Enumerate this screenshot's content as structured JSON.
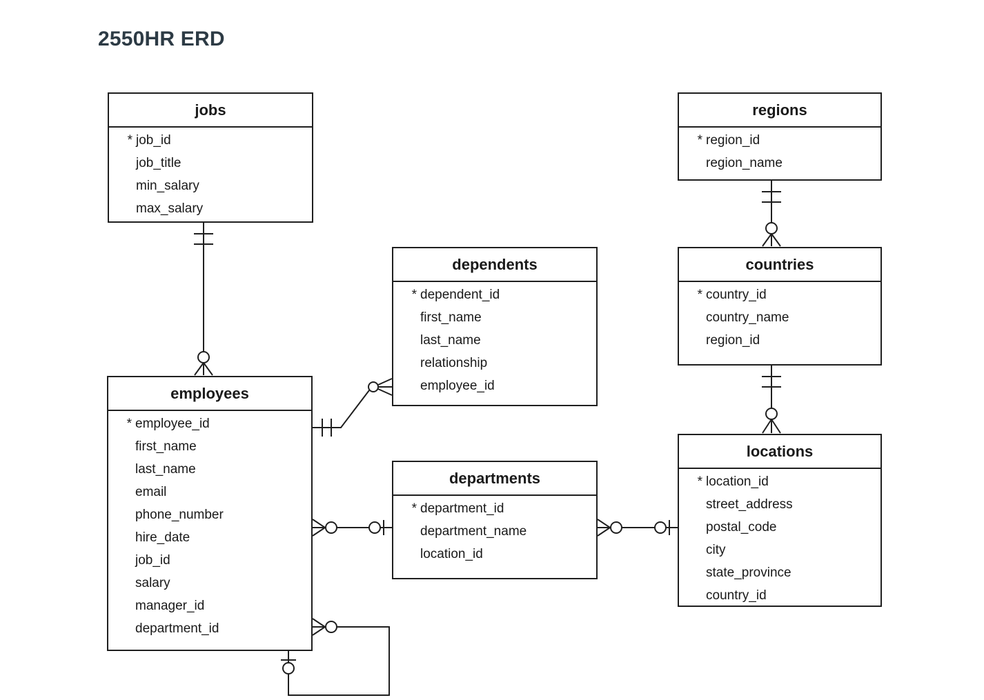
{
  "page": {
    "title": "2550HR ERD",
    "title_color": "#2d3b45",
    "background_color": "#ffffff",
    "line_color": "#1f1f1f"
  },
  "diagram": {
    "notation": "crow-foot",
    "tables": {
      "jobs": {
        "name": "jobs",
        "fields": [
          {
            "pk": "*",
            "name": "job_id"
          },
          {
            "pk": "",
            "name": "job_title"
          },
          {
            "pk": "",
            "name": "min_salary"
          },
          {
            "pk": "",
            "name": "max_salary"
          }
        ]
      },
      "regions": {
        "name": "regions",
        "fields": [
          {
            "pk": "*",
            "name": "region_id"
          },
          {
            "pk": "",
            "name": "region_name"
          }
        ]
      },
      "dependents": {
        "name": "dependents",
        "fields": [
          {
            "pk": "*",
            "name": "dependent_id"
          },
          {
            "pk": "",
            "name": "first_name"
          },
          {
            "pk": "",
            "name": "last_name"
          },
          {
            "pk": "",
            "name": "relationship"
          },
          {
            "pk": "",
            "name": "employee_id"
          }
        ]
      },
      "countries": {
        "name": "countries",
        "fields": [
          {
            "pk": "*",
            "name": "country_id"
          },
          {
            "pk": "",
            "name": "country_name"
          },
          {
            "pk": "",
            "name": "region_id"
          }
        ]
      },
      "employees": {
        "name": "employees",
        "fields": [
          {
            "pk": "*",
            "name": "employee_id"
          },
          {
            "pk": "",
            "name": "first_name"
          },
          {
            "pk": "",
            "name": "last_name"
          },
          {
            "pk": "",
            "name": "email"
          },
          {
            "pk": "",
            "name": "phone_number"
          },
          {
            "pk": "",
            "name": "hire_date"
          },
          {
            "pk": "",
            "name": "job_id"
          },
          {
            "pk": "",
            "name": "salary"
          },
          {
            "pk": "",
            "name": "manager_id"
          },
          {
            "pk": "",
            "name": "department_id"
          }
        ]
      },
      "departments": {
        "name": "departments",
        "fields": [
          {
            "pk": "*",
            "name": "department_id"
          },
          {
            "pk": "",
            "name": "department_name"
          },
          {
            "pk": "",
            "name": "location_id"
          }
        ]
      },
      "locations": {
        "name": "locations",
        "fields": [
          {
            "pk": "*",
            "name": "location_id"
          },
          {
            "pk": "",
            "name": "street_address"
          },
          {
            "pk": "",
            "name": "postal_code"
          },
          {
            "pk": "",
            "name": "city"
          },
          {
            "pk": "",
            "name": "state_province"
          },
          {
            "pk": "",
            "name": "country_id"
          }
        ]
      }
    },
    "relationships": [
      {
        "from": "jobs",
        "to": "employees",
        "from_cardinality": "one-and-only-one",
        "to_cardinality": "zero-or-many"
      },
      {
        "from": "regions",
        "to": "countries",
        "from_cardinality": "one-and-only-one",
        "to_cardinality": "zero-or-many"
      },
      {
        "from": "countries",
        "to": "locations",
        "from_cardinality": "one-and-only-one",
        "to_cardinality": "zero-or-many"
      },
      {
        "from": "employees",
        "to": "dependents",
        "from_cardinality": "one-and-only-one",
        "to_cardinality": "zero-or-many"
      },
      {
        "from": "employees",
        "to": "departments",
        "from_cardinality": "zero-or-many",
        "to_cardinality": "zero-or-one"
      },
      {
        "from": "departments",
        "to": "locations",
        "from_cardinality": "zero-or-many",
        "to_cardinality": "zero-or-one"
      },
      {
        "from": "employees",
        "to": "employees",
        "from_cardinality": "zero-or-many",
        "to_cardinality": "zero-or-one",
        "note": "self-reference"
      }
    ]
  }
}
